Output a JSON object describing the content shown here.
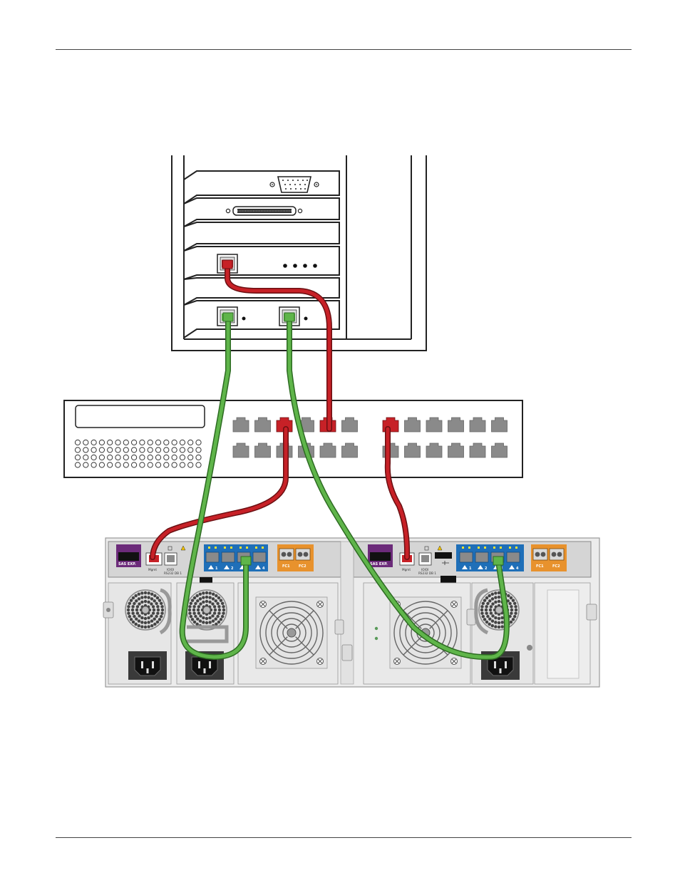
{
  "colors": {
    "data_cable": "#5fb54a",
    "mgmt_cable": "#c72127",
    "iscsi_port_block": "#1f6fb8",
    "fc_port_block": "#e8922d",
    "sas_exp_block": "#6c2b7a",
    "port_gray": "#8a8a8a",
    "chassis": "#dcdcdc"
  },
  "controllers": [
    {
      "sas_label": "SAS EXP.",
      "mgmt_label": "Mgmt",
      "serial_label": "IOIOI",
      "serial_sub": "RS232 DB 1",
      "iscsi_ports": [
        "1",
        "2",
        "3",
        "4"
      ],
      "fc_ports": [
        "FC1",
        "FC2"
      ]
    },
    {
      "sas_label": "SAS EXP.",
      "mgmt_label": "Mgmt",
      "serial_label": "IOIOI",
      "serial_sub": "RS232 DB 1",
      "iscsi_ports": [
        "1",
        "2",
        "3",
        "4"
      ],
      "fc_ports": [
        "FC1",
        "FC2"
      ]
    }
  ],
  "icons": [
    "vga-connector-icon",
    "scsi-connector-icon",
    "fan-grill-icon",
    "power-inlet-icon",
    "usb-icon",
    "warning-icon"
  ]
}
